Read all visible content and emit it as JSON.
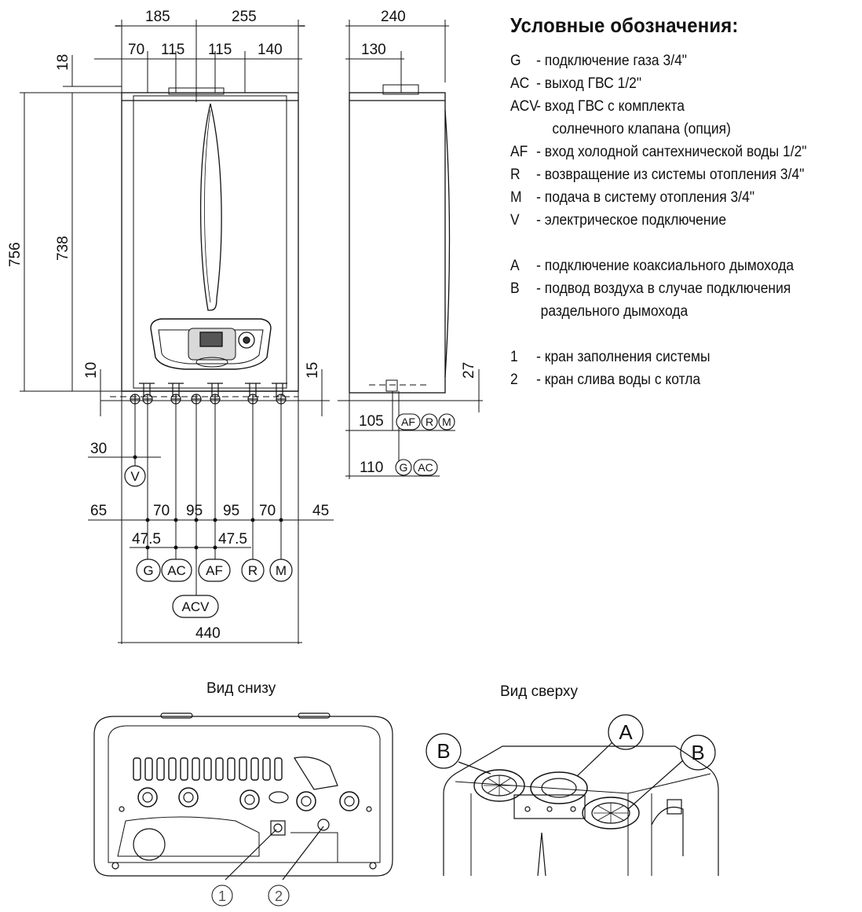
{
  "legend": {
    "title": "Условные обозначения:",
    "items": [
      {
        "code": "G",
        "text": "- подключение газа 3/4\""
      },
      {
        "code": "AC",
        "text": "- выход ГВС 1/2\""
      },
      {
        "code": "ACV",
        "text": "- вход ГВС с комплекта"
      },
      {
        "code": "",
        "text": "солнечного клапана (опция)"
      },
      {
        "code": "AF",
        "text": "- вход холодной сантехнической воды 1/2\""
      },
      {
        "code": "R",
        "text": "- возвращение из системы отопления 3/4\""
      },
      {
        "code": "M",
        "text": "- подача в систему отопления 3/4\""
      },
      {
        "code": "V",
        "text": "- электрическое подключение"
      },
      {
        "code": "A",
        "text": "- подключение коаксиального дымохода"
      },
      {
        "code": "B",
        "text": "- подвод воздуха в случае подключения"
      },
      {
        "code": "",
        "text": "раздельного дымохода"
      },
      {
        "code": "1",
        "text": "- кран заполнения системы"
      },
      {
        "code": "2",
        "text": "- кран слива воды с котла"
      }
    ]
  },
  "front_dims": {
    "top_185": "185",
    "top_255": "255",
    "top_70": "70",
    "top_115a": "115",
    "top_115b": "115",
    "top_140": "140",
    "left_18": "18",
    "left_756": "756",
    "left_738": "738",
    "left_10": "10",
    "right_15": "15",
    "v_30": "30",
    "bot_65": "65",
    "bot_70a": "70",
    "bot_95a": "95",
    "bot_95b": "95",
    "bot_70b": "70",
    "bot_45": "45",
    "bot_47a": "47.5",
    "bot_47b": "47.5",
    "bot_440": "440"
  },
  "side_dims": {
    "top_240": "240",
    "top_130": "130",
    "right_27": "27",
    "d_105": "105",
    "d_110": "110"
  },
  "tags": {
    "V": "V",
    "G": "G",
    "AC": "AC",
    "AF": "AF",
    "R": "R",
    "M": "M",
    "ACV": "ACV"
  },
  "views": {
    "bottom_title": "Вид снизу",
    "top_title": "Вид сверху",
    "callout_A": "A",
    "callout_B": "B",
    "callout_1": "1",
    "callout_2": "2"
  }
}
